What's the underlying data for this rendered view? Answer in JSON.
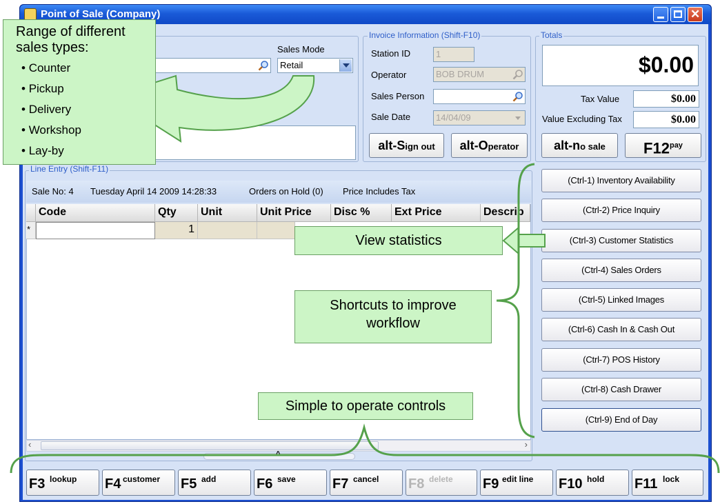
{
  "window": {
    "title": "Point of Sale (Company)"
  },
  "sales_mode": {
    "label": "Sales Mode",
    "value": "Retail"
  },
  "invoice": {
    "group_title": "Invoice Information (Shift-F10)",
    "station_label": "Station ID",
    "station_value": "1",
    "operator_label": "Operator",
    "operator_value": "BOB DRUM",
    "sales_person_label": "Sales Person",
    "sales_person_value": "",
    "sale_date_label": "Sale Date",
    "sale_date_value": "14/04/09",
    "signout_prefix": "alt-S",
    "signout_suffix": "ign out",
    "operator_btn_prefix": "alt-O",
    "operator_btn_suffix": "perator"
  },
  "totals": {
    "group_title": "Totals",
    "total": "$0.00",
    "tax_label": "Tax Value",
    "tax_value": "$0.00",
    "excl_label": "Value Excluding Tax",
    "excl_value": "$0.00",
    "nosale_prefix": "alt-n",
    "nosale_suffix": "o sale",
    "pay_key": "F12",
    "pay_label": "pay"
  },
  "line_entry": {
    "group_title": "Line Entry (Shift-F11)",
    "sale_no": "Sale No: 4",
    "date": "Tuesday  April 14  2009  14:28:33",
    "on_hold": "Orders on Hold (0)",
    "tax_mode": "Price Includes Tax",
    "columns": [
      "Code",
      "Qty",
      "Unit",
      "Unit Price",
      "Disc %",
      "Ext Price",
      "Descrip"
    ],
    "new_row_marker": "*",
    "new_row_qty": "1"
  },
  "shortcuts": [
    "(Ctrl-1) Inventory Availability",
    "(Ctrl-2) Price Inquiry",
    "(Ctrl-3) Customer Statistics",
    "(Ctrl-4) Sales Orders",
    "(Ctrl-5) Linked Images",
    "(Ctrl-6) Cash In & Cash Out",
    "(Ctrl-7) POS History",
    "(Ctrl-8) Cash Drawer",
    "(Ctrl-9) End of Day"
  ],
  "function_keys": [
    {
      "key": "F3",
      "label": "lookup",
      "enabled": true
    },
    {
      "key": "F4",
      "label": "customer",
      "enabled": true
    },
    {
      "key": "F5",
      "label": "add",
      "enabled": true
    },
    {
      "key": "F6",
      "label": "save",
      "enabled": true
    },
    {
      "key": "F7",
      "label": "cancel",
      "enabled": true
    },
    {
      "key": "F8",
      "label": "delete",
      "enabled": false
    },
    {
      "key": "F9",
      "label": "edit line",
      "enabled": true
    },
    {
      "key": "F10",
      "label": "hold",
      "enabled": true
    },
    {
      "key": "F11",
      "label": "lock",
      "enabled": true
    }
  ],
  "annotations": {
    "sales_types_title": "Range of different sales types:",
    "sales_types": [
      "Counter",
      "Pickup",
      "Delivery",
      "Workshop",
      "Lay-by"
    ],
    "view_statistics": "View statistics",
    "shortcuts_note": "Shortcuts to improve workflow",
    "controls_note": "Simple to operate controls"
  },
  "colors": {
    "window_frame": "#1c4fd0",
    "client_bg": "#d6e2f6",
    "callout_bg": "#ccf5c6",
    "callout_border": "#6aa063",
    "arrow_green": "#55a14b"
  }
}
